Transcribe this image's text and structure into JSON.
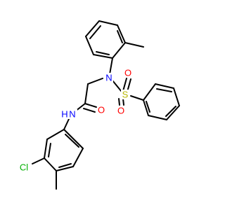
{
  "molecule": {
    "atoms": {
      "n_sulfonamide": "N",
      "s_sulfonyl": "S",
      "o_sulfonyl_left": "O",
      "o_sulfonyl_bottom": "O",
      "o_carbonyl": "O",
      "n_amide": "N",
      "h_amide": "H",
      "cl": "Cl"
    },
    "colors": {
      "bond": "#000000",
      "nitrogen": "#0000ff",
      "oxygen": "#ff0000",
      "sulfur": "#b8b800",
      "chlorine": "#00b000",
      "background": "#ffffff"
    }
  }
}
